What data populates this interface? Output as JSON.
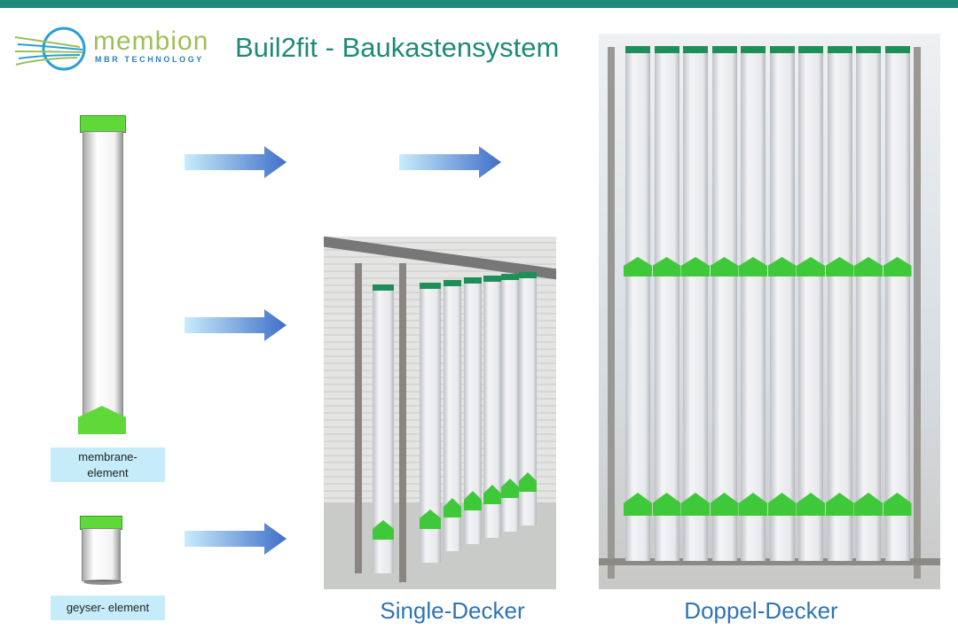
{
  "header": {
    "title": "Buil2fit - Baukastensystem"
  },
  "logo": {
    "name": "membion",
    "tagline": "MBR TECHNOLOGY"
  },
  "elements": [
    {
      "label_line1": "membrane-",
      "label_line2": "element"
    },
    {
      "label": "geyser- element"
    }
  ],
  "captions": {
    "single": "Single-Decker",
    "double": "Doppel-Decker"
  },
  "colors": {
    "accent": "#1e8a7c",
    "caption": "#2e74b5",
    "label_bg": "#c6ecfa",
    "module_green": "#3fc93a",
    "arrow_start": "#c9ecfb",
    "arrow_end": "#3f6fc9"
  }
}
